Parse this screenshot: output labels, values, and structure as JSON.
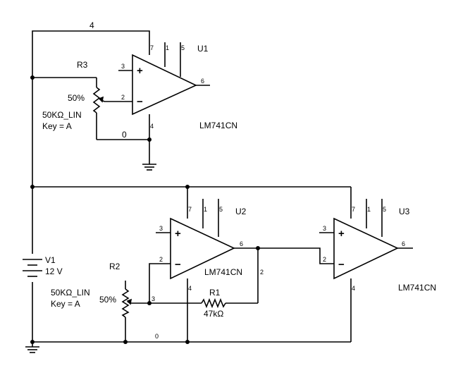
{
  "u1": {
    "ref": "U1",
    "part": "LM741CN",
    "pins": {
      "p7": "7",
      "p1": "1",
      "p5": "5",
      "p3": "3",
      "p2": "2",
      "p4": "4",
      "p6": "6"
    }
  },
  "u2": {
    "ref": "U2",
    "part": "LM741CN",
    "pins": {
      "p7": "7",
      "p1": "1",
      "p5": "5",
      "p3": "3",
      "p2": "2",
      "p4": "4",
      "p6": "6"
    }
  },
  "u3": {
    "ref": "U3",
    "part": "LM741CN",
    "pins": {
      "p7": "7",
      "p1": "1",
      "p5": "5",
      "p3": "3",
      "p2": "2",
      "p4": "4",
      "p6": "6"
    }
  },
  "r3": {
    "ref": "R3",
    "setting": "50%",
    "value": "50KΩ_LIN",
    "key": "Key = A"
  },
  "r2": {
    "ref": "R2",
    "setting": "50%",
    "value": "50KΩ_LIN",
    "key": "Key = A"
  },
  "r1": {
    "ref": "R1",
    "value": "47kΩ"
  },
  "v1": {
    "ref": "V1",
    "value": "12 V"
  },
  "nets": {
    "n4": "4",
    "n0_top": "0",
    "n0_bottom": "0",
    "n2": "2",
    "n3": "3",
    "n2_r3": "2"
  },
  "symbols": {
    "plus": "+",
    "minus": "−"
  }
}
